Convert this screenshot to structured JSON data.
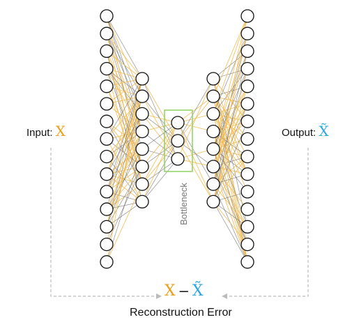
{
  "labels": {
    "input_prefix": "Input:",
    "input_symbol": "X",
    "output_prefix": "Output:",
    "output_symbol": "X̃",
    "bottleneck": "Bottleneck",
    "recon_left": "X",
    "recon_minus": "–",
    "recon_right": "X̃",
    "recon_caption": "Reconstruction Error"
  },
  "network": {
    "layers": [
      {
        "name": "input-layer",
        "neurons": 15
      },
      {
        "name": "encoder-hidden-layer",
        "neurons": 8
      },
      {
        "name": "bottleneck-layer",
        "neurons": 3
      },
      {
        "name": "decoder-hidden-layer",
        "neurons": 8
      },
      {
        "name": "output-layer",
        "neurons": 15
      }
    ]
  },
  "colors": {
    "orange": "#e8a01a",
    "blue": "#2aa7df",
    "bottleneck_box": "#8fd15e",
    "gray_edge": "#555555",
    "orange_edge": "#f2b84b",
    "dashed": "#bbbbbb"
  }
}
